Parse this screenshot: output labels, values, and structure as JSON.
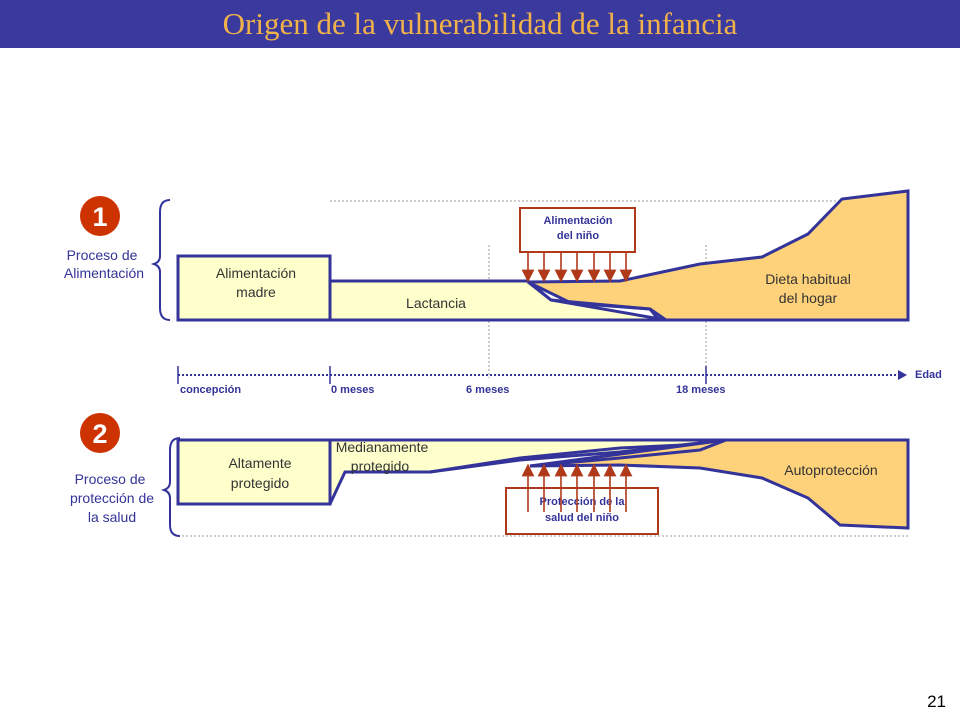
{
  "title": "Origen de la vulnerabilidad de la infancia",
  "page_number": "21",
  "colors": {
    "navy": "#333399",
    "fill_light": "#ffffcc",
    "fill_orange": "#fdd27a",
    "badge": "#cc3300",
    "box_border": "#b0391a"
  },
  "section1": {
    "badge": "1",
    "label_lines": [
      "Proceso de",
      "Alimentación"
    ],
    "box_madre": [
      "Alimentación",
      "madre"
    ],
    "lactancia": "Lactancia",
    "dieta": [
      "Dieta habitual",
      "del hogar"
    ],
    "alim_nino": [
      "Alimentación",
      "del niño"
    ]
  },
  "timeline": {
    "axis_label": "Edad",
    "ticks": [
      "concepción",
      "0 meses",
      "6 meses",
      "18 meses"
    ]
  },
  "section2": {
    "badge": "2",
    "label_lines": [
      "Proceso de",
      "protección de",
      "la salud"
    ],
    "altamente": [
      "Altamente",
      "protegido"
    ],
    "medianamente": [
      "Medianamente",
      "protegido"
    ],
    "autoproteccion": "Autoprotección",
    "proteccion_nino": [
      "Protección de la",
      "salud del niño"
    ]
  }
}
